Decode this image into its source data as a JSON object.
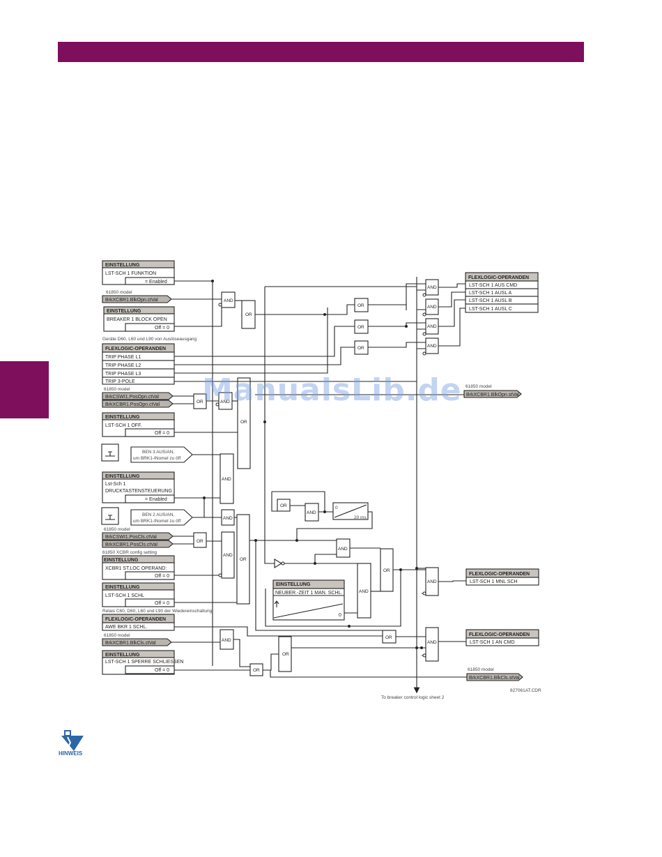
{
  "watermark": "ManualsLib.de",
  "note_label": "HINWEIS",
  "drawing_number": "827061AT.CDR",
  "footer_text": "To breaker control logic sheet 2",
  "gates": {
    "and": "AND",
    "or": "OR"
  },
  "settings": {
    "header": "EINSTELLUNG",
    "s1_name": "LST-SCH 1 FUNKTION",
    "s1_val": "= Enabled",
    "s2_name": "BREAKER 1 BLOCK OPEN",
    "s2_val": "Off = 0",
    "s3_name": "LST-SCH 1 OFF.",
    "s3_val": "Off = 0",
    "s4_name1": "Lst-Sch 1",
    "s4_name2": "DRUCKTASTENSTEUERUNG",
    "s4_val": "= Enabled",
    "s5_name": "XCBR1 ST.LOC OPERAND:",
    "s5_val": "Off = 0",
    "s6_name": "LST-SCH 1 SCHL",
    "s6_val": "Off = 0",
    "s7_name": "LST-SCH 1 SPERRE SCHLIESSEN",
    "s7_val": "Off = 0",
    "s8_name": "NEUBER.-ZEIT 1 MAN. SCHL.",
    "s8_val": "0"
  },
  "models": {
    "m61850": "61850 model",
    "blk_opn_in": "BrkXCBR1.BlkOpn.ctVal",
    "csw_opn": "BrkCSWI1.PosOpn.ctVal",
    "xcbr_opn": "BrkXCBR1.PosOpn.ctVal",
    "csw_cls": "BrkCSWI1.PosCls.ctVal",
    "xcbr_cls": "BrkXCBR1.PosCls.ctVal",
    "blk_cls_in": "BrkXCBR1.BlkCls.ctVal",
    "blk_opn_out": "BrkXCBR1.BlkOpn.stVal",
    "blk_cls_out": "BrkXCBR1.BlkCls.stVal",
    "xcbr_cfg": "61850 XCBR config setting"
  },
  "flexlogic": {
    "header": "FLEXLOGIC-OPERANDEN",
    "trip_l1": "TRIP PHASE L1",
    "trip_l2": "TRIP PHASE L2",
    "trip_l3": "TRIP PHASE L3",
    "trip_3p": "TRIP 3-POLE",
    "awe": "AWE BKR 1 SCHL.",
    "out_aus_cmd": "LST-SCH 1 AUS CMD",
    "out_ausl_a": "LST-SCH 1 AUSL A",
    "out_ausl_b": "LST-SCH 1 AUSL B",
    "out_ausl_c": "LST-SCH 1 AUSL C",
    "out_mnl": "LST-SCH 1 MNL SCH",
    "out_an": "LST-SCH 1 AN CMD"
  },
  "notes": {
    "geraete": "Geräte D60, L60 und L90 von Auslöseausgang",
    "relais": "Relais C60, D60, L60 und L90 der Wiedereinschaltung"
  },
  "pushbuttons": {
    "ben3_l1": "BEN 3 AUS/AN,",
    "ben3_l2": "um BRK1-INomel zu öff",
    "ben2_l1": "BEN 2 AUS/AN,",
    "ben2_l2": "um BRK1-INomel zu öff"
  },
  "timer": {
    "top": "0",
    "bottom": "20 ms"
  }
}
